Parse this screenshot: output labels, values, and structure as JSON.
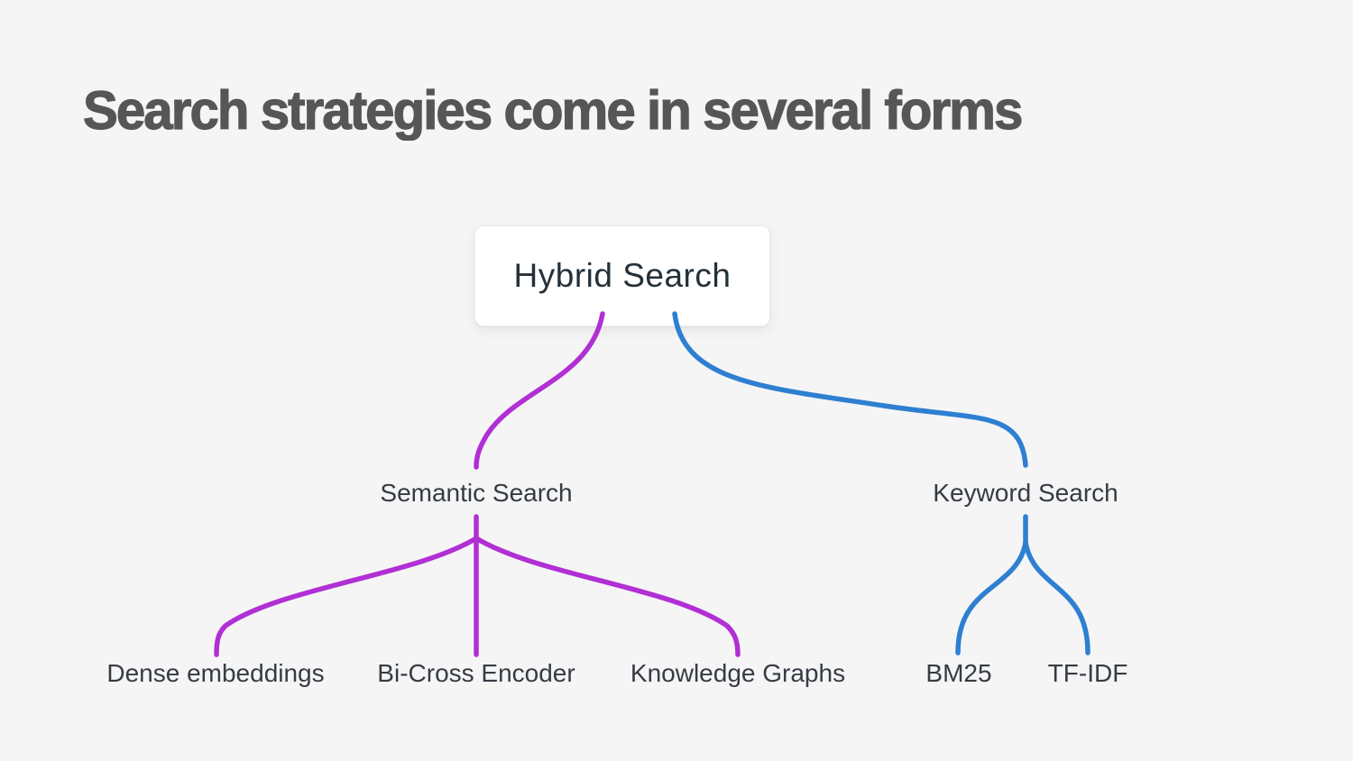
{
  "title": "Search strategies come in several forms",
  "tree": {
    "root": {
      "label": "Hybrid Search"
    },
    "branches": [
      {
        "label": "Semantic Search",
        "color": "#b12fd4",
        "children": [
          "Dense embeddings",
          "Bi-Cross Encoder",
          "Knowledge Graphs"
        ]
      },
      {
        "label": "Keyword Search",
        "color": "#2e7fd1",
        "children": [
          "BM25",
          "TF-IDF"
        ]
      }
    ]
  },
  "colors": {
    "purple": "#b12fd4",
    "blue": "#2e7fd1",
    "background": "#f5f5f6",
    "title_text": "#565659",
    "label_text": "#363c43",
    "root_box_bg": "#ffffff",
    "root_box_text": "#243039"
  }
}
